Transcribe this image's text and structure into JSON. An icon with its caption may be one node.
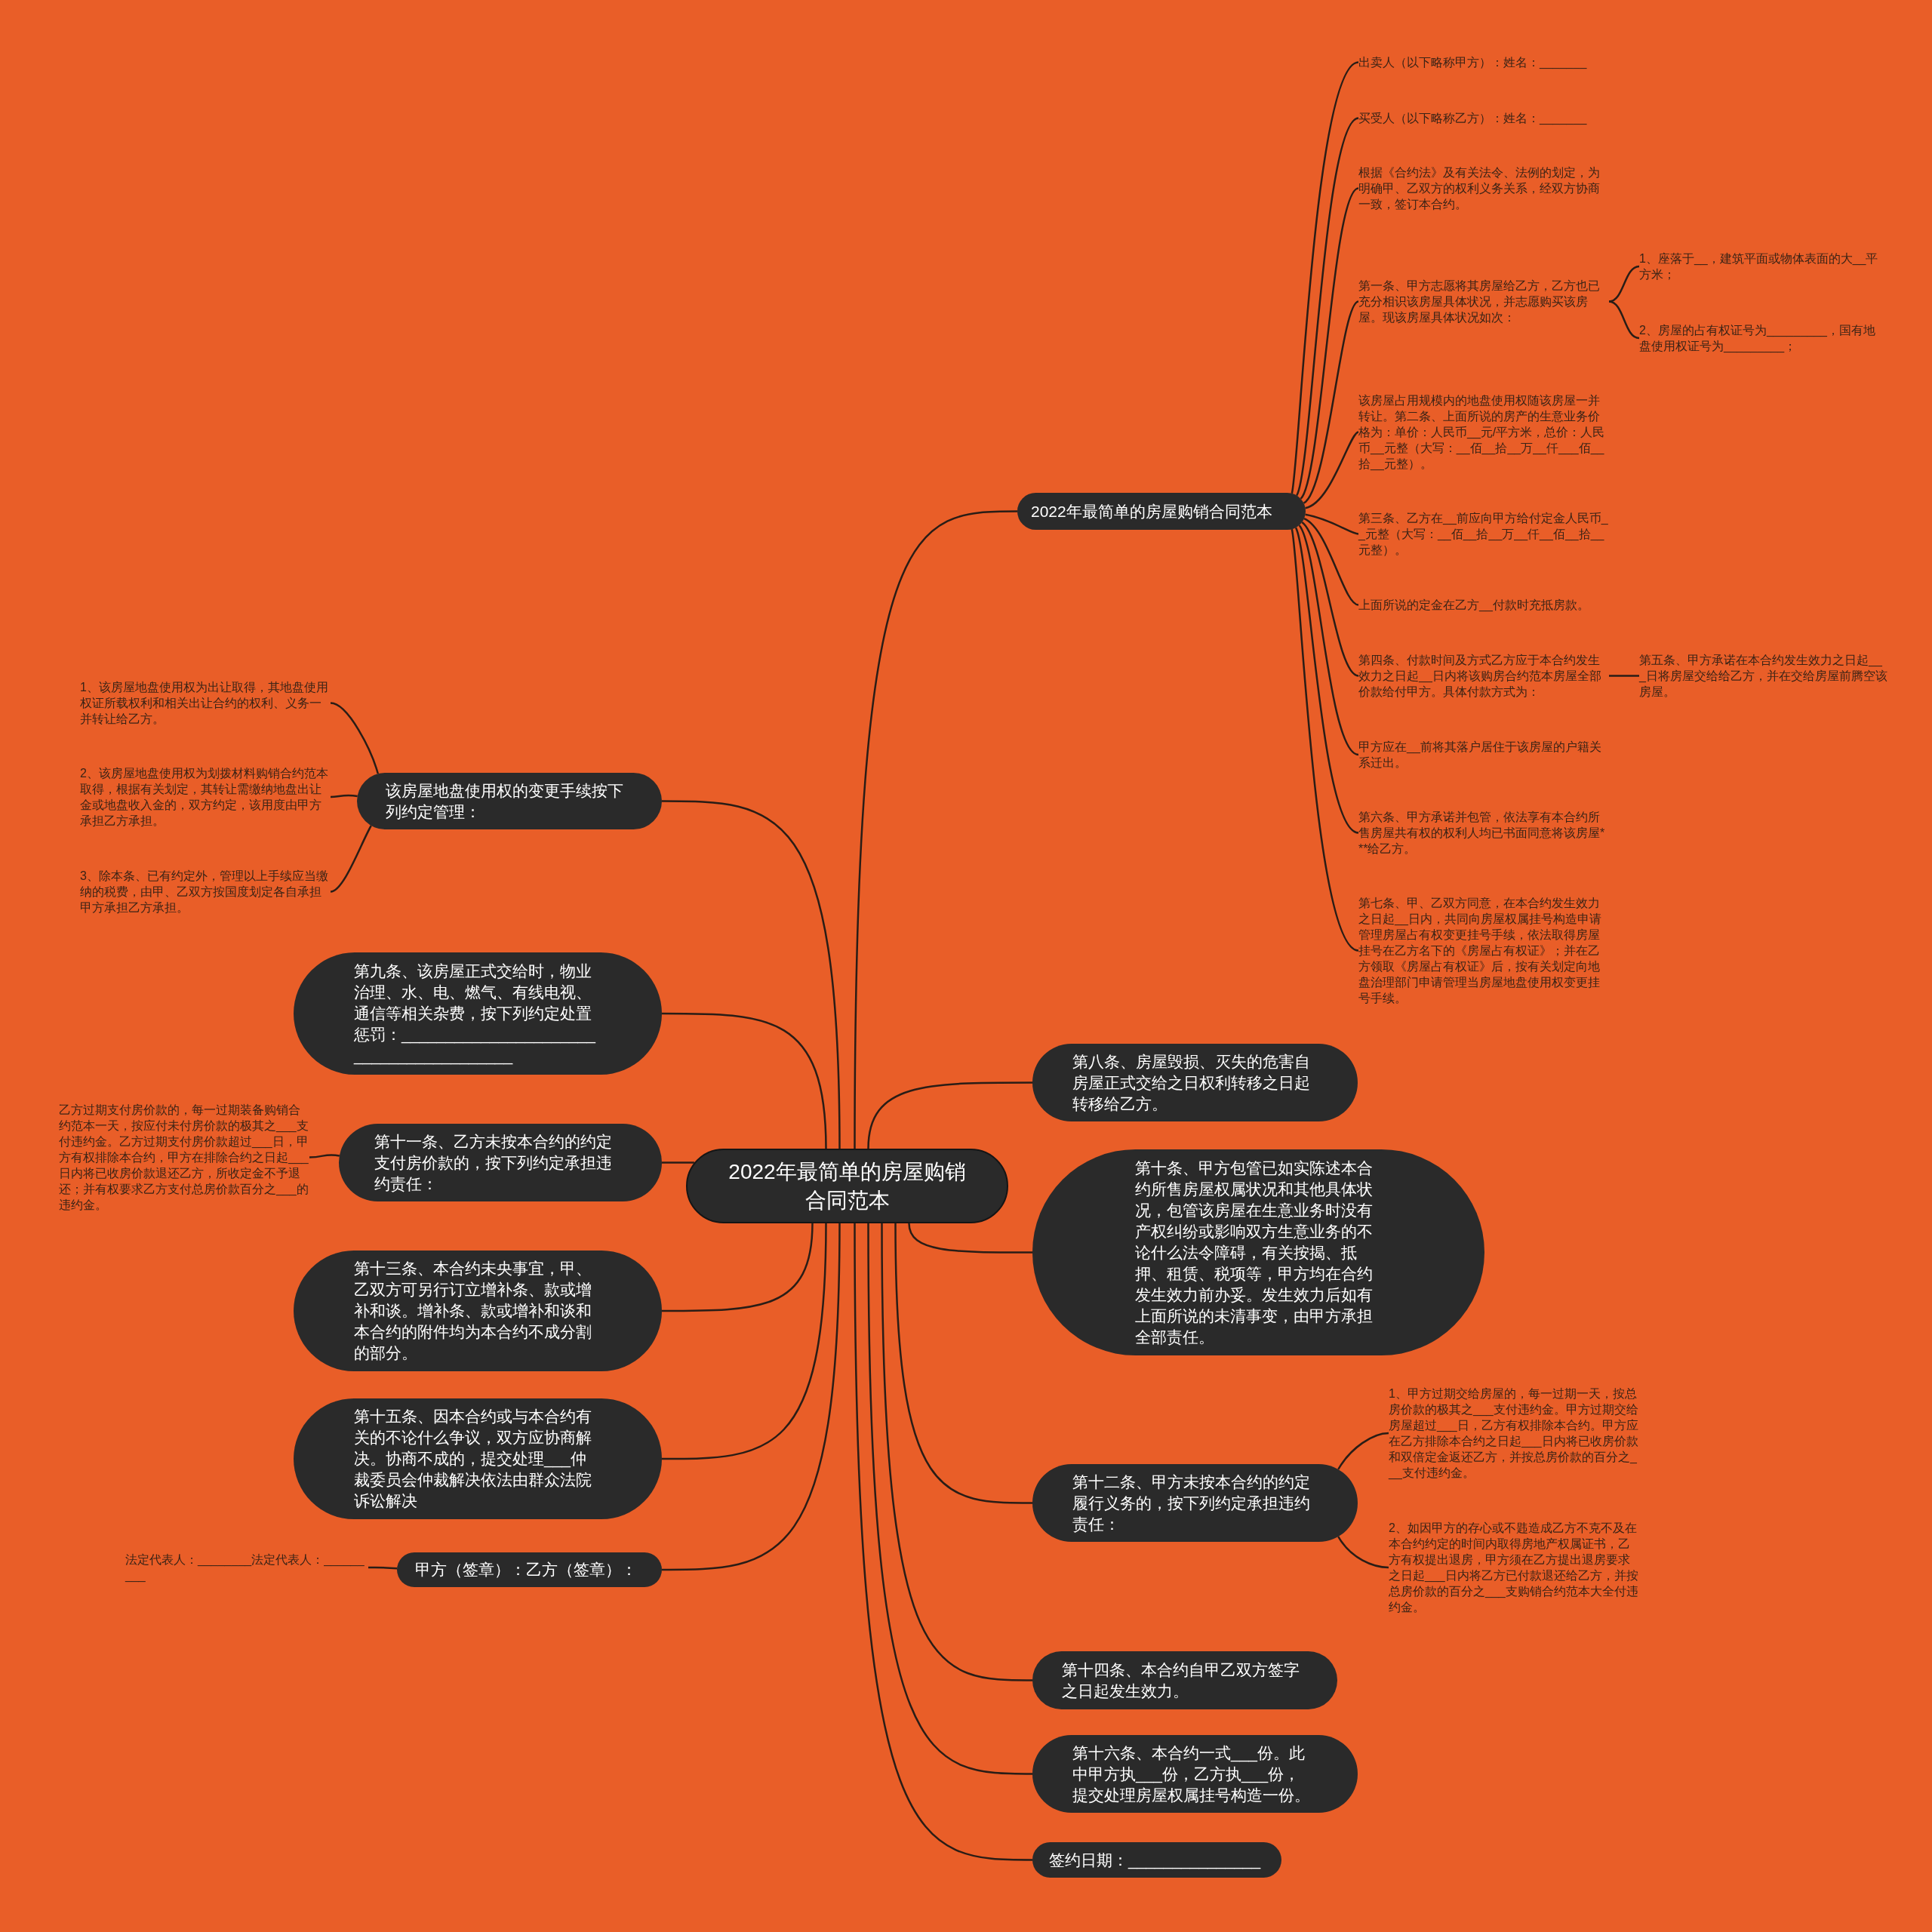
{
  "diagram": {
    "nodes": [
      {
        "text": [
          "2022年最简单的房屋购销合同范本"
        ]
      },
      {
        "text": [
          "2022年最简单的房屋购销合同范本"
        ]
      },
      {
        "text": [
          "出卖人（以下略称甲方）：姓名：_______"
        ]
      },
      {
        "text": [
          "买受人（以下略称乙方）：姓名：_______"
        ]
      },
      {
        "text": [
          "根据《合约法》及有关法令、法例的划定，为明确甲、乙双方的权利义务关系，经双方协商一致，签订本合约。"
        ]
      },
      {
        "text": [
          "第一条、甲方志愿将其房屋给乙方，乙方也已充分相识该房屋具体状况，并志愿购买该房屋。现该房屋具体状况如次："
        ]
      },
      {
        "text": [
          "1、座落于__，建筑平面或物体表面的大__平方米；"
        ]
      },
      {
        "text": [
          "2、房屋的占有权证号为_________，国有地盘使用权证号为_________；"
        ]
      },
      {
        "text": [
          "该房屋占用规模内的地盘使用权随该房屋一并转让。第二条、上面所说的房产的生意业务价格为：单价：人民币__元/平方米，总价：人民币__元整（大写：__佰__拾__万__仟___佰__拾__元整）。"
        ]
      },
      {
        "text": [
          "第三条、乙方在__前应向甲方给付定金人民币__元整（大写：__佰__拾__万__仟__佰__拾__元整）。"
        ]
      },
      {
        "text": [
          "上面所说的定金在乙方__付款时充抵房款。"
        ]
      },
      {
        "text": [
          "第四条、付款时间及方式乙方应于本合约发生效力之日起__日内将该购房合约范本房屋全部价款给付甲方。具体付款方式为："
        ]
      },
      {
        "text": [
          "第五条、甲方承诺在本合约发生效力之日起___日将房屋交给给乙方，并在交给房屋前腾空该房屋。"
        ]
      },
      {
        "text": [
          "甲方应在__前将其落户居住于该房屋的户籍关系迁出。"
        ]
      },
      {
        "text": [
          "第六条、甲方承诺并包管，依法享有本合约所售房屋共有权的权利人均已书面同意将该房屋***给乙方。"
        ]
      },
      {
        "text": [
          "第七条、甲、乙双方同意，在本合约发生效力之日起__日内，共同向房屋权属挂号构造申请管理房屋占有权变更挂号手续，依法取得房屋挂号在乙方名下的《房屋占有权证》；并在乙方领取《房屋占有权证》后，按有关划定向地盘治理部门申请管理当房屋地盘使用权变更挂号手续。"
        ]
      },
      {
        "text": [
          "该房屋地盘使用权的变更手续按下列约定管理："
        ]
      },
      {
        "text": [
          "1、该房屋地盘使用权为出让取得，其地盘使用权证所载权利和相关出让合约的权利、义务一并转让给乙方。"
        ]
      },
      {
        "text": [
          "2、该房屋地盘使用权为划拨材料购销合约范本取得，根据有关划定，其转让需缴纳地盘出让金或地盘收入金的，双方约定，该用度由甲方承担乙方承担。"
        ]
      },
      {
        "text": [
          "3、除本条、已有约定外，管理以上手续应当缴纳的税费，由甲、乙双方按国度划定各自承担甲方承担乙方承担。"
        ]
      },
      {
        "text": [
          "第九条、该房屋正式交给时，物业治理、水、电、燃气、有线电视、通信等相关杂费，按下列约定处置惩罚：________________________________________"
        ]
      },
      {
        "text": [
          "第十一条、乙方未按本合约的约定支付房价款的，按下列约定承担违约责任："
        ]
      },
      {
        "text": [
          "乙方过期支付房价款的，每一过期装备购销合约范本一天，按应付未付房价款的极其之___支付违约金。乙方过期支付房价款超过___日，甲方有权排除本合约，甲方在排除合约之日起___日内将已收房价款退还乙方，所收定金不予退还；并有权要求乙方支付总房价款百分之___的违约金。"
        ]
      },
      {
        "text": [
          "第十三条、本合约未央事宜，甲、乙双方可另行订立增补条、款或增补和谈。增补条、款或增补和谈和本合约的附件均为本合约不成分割的部分。"
        ]
      },
      {
        "text": [
          "第十五条、因本合约或与本合约有关的不论什么争议，双方应协商解决。协商不成的，提交处理___仲裁委员会仲裁解决依法由群众法院诉讼解决"
        ]
      },
      {
        "text": [
          "甲方（签章）：乙方（签章）："
        ]
      },
      {
        "text": [
          "法定代表人：________法定代表人：_________"
        ]
      },
      {
        "text": [
          "第八条、房屋毁损、灭失的危害自房屋正式交给之日权利转移之日起转移给乙方。"
        ]
      },
      {
        "text": [
          "第十条、甲方包管已如实陈述本合约所售房屋权属状况和其他具体状况，包管该房屋在生意业务时没有产权纠纷或影响双方生意业务的不论什么法令障碍，有关按揭、抵押、租赁、税项等，甲方均在合约发生效力前办妥。发生效力后如有上面所说的未清事变，由甲方承担全部责任。"
        ]
      },
      {
        "text": [
          "第十二条、甲方未按本合约的约定履行义务的，按下列约定承担违约责任："
        ]
      },
      {
        "text": [
          "1、甲方过期交给房屋的，每一过期一天，按总房价款的极其之___支付违约金。甲方过期交给房屋超过___日，乙方有权排除本合约。甲方应在乙方排除本合约之日起___日内将已收房价款和双倍定金返还乙方，并按总房价款的百分之___支付违约金。"
        ]
      },
      {
        "text": [
          "2、如因甲方的存心或不韪造成乙方不克不及在本合约约定的时间内取得房地产权属证书，乙方有权提出退房，甲方须在乙方提出退房要求之日起___日内将乙方已付款退还给乙方，并按总房价款的百分之___支购销合约范本大全付违约金。"
        ]
      },
      {
        "text": [
          "第十四条、本合约自甲乙双方签字之日起发生效力。"
        ]
      },
      {
        "text": [
          "第十六条、本合约一式___份。此中甲方执___份，乙方执___份，提交处理房屋权属挂号构造一份。"
        ]
      },
      {
        "text": [
          "签约日期：_______________"
        ]
      }
    ],
    "edges": [
      {
        "from": 0,
        "to": 1,
        "arrow": "none"
      },
      {
        "from": 1,
        "to": 2,
        "arrow": "none"
      },
      {
        "from": 1,
        "to": 3,
        "arrow": "none"
      },
      {
        "from": 1,
        "to": 4,
        "arrow": "none"
      },
      {
        "from": 1,
        "to": 5,
        "arrow": "none"
      },
      {
        "from": 5,
        "to": 6,
        "arrow": "none"
      },
      {
        "from": 5,
        "to": 7,
        "arrow": "none"
      },
      {
        "from": 1,
        "to": 8,
        "arrow": "none"
      },
      {
        "from": 1,
        "to": 9,
        "arrow": "none"
      },
      {
        "from": 1,
        "to": 10,
        "arrow": "none"
      },
      {
        "from": 1,
        "to": 11,
        "arrow": "none"
      },
      {
        "from": 11,
        "to": 12,
        "arrow": "none"
      },
      {
        "from": 1,
        "to": 13,
        "arrow": "none"
      },
      {
        "from": 1,
        "to": 14,
        "arrow": "none"
      },
      {
        "from": 1,
        "to": 15,
        "arrow": "none"
      },
      {
        "from": 0,
        "to": 16,
        "arrow": "none"
      },
      {
        "from": 16,
        "to": 17,
        "arrow": "none"
      },
      {
        "from": 16,
        "to": 18,
        "arrow": "none"
      },
      {
        "from": 16,
        "to": 19,
        "arrow": "none"
      },
      {
        "from": 0,
        "to": 20,
        "arrow": "none"
      },
      {
        "from": 0,
        "to": 21,
        "arrow": "none"
      },
      {
        "from": 21,
        "to": 22,
        "arrow": "none"
      },
      {
        "from": 0,
        "to": 23,
        "arrow": "none"
      },
      {
        "from": 0,
        "to": 24,
        "arrow": "none"
      },
      {
        "from": 0,
        "to": 25,
        "arrow": "none"
      },
      {
        "from": 25,
        "to": 26,
        "arrow": "none"
      },
      {
        "from": 0,
        "to": 27,
        "arrow": "none"
      },
      {
        "from": 0,
        "to": 28,
        "arrow": "none"
      },
      {
        "from": 0,
        "to": 29,
        "arrow": "none"
      },
      {
        "from": 29,
        "to": 30,
        "arrow": "none"
      },
      {
        "from": 29,
        "to": 31,
        "arrow": "none"
      },
      {
        "from": 0,
        "to": 32,
        "arrow": "none"
      },
      {
        "from": 0,
        "to": 33,
        "arrow": "none"
      },
      {
        "from": 0,
        "to": 34,
        "arrow": "none"
      }
    ]
  }
}
